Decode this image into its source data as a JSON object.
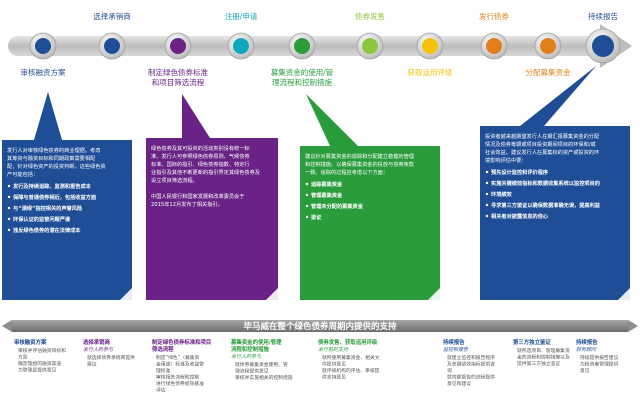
{
  "colors": {
    "blue": "#1f4e97",
    "purple": "#6a2286",
    "green": "#2a9c3b",
    "orange": "#e27f1b",
    "cyan": "#0fa6c0",
    "lime": "#8cc63f",
    "yellow": "#f4c20d",
    "track": "#c8c8c8",
    "bar": "#8c8c8c"
  },
  "stages": [
    {
      "id": "s1",
      "top_label": "",
      "bottom_label": "审核融资方案",
      "color": "blue"
    },
    {
      "id": "s2",
      "top_label": "选择承销商",
      "bottom_label": "",
      "color": "blue"
    },
    {
      "id": "s3",
      "top_label": "",
      "bottom_label": "制定绿色债券标准\n和项目筛选流程",
      "color": "purple"
    },
    {
      "id": "s4",
      "top_label": "注册/申请",
      "bottom_label": "",
      "color": "cyan"
    },
    {
      "id": "s5",
      "top_label": "",
      "bottom_label": "募集资金的使用/管\n理流程和控制措施",
      "color": "green"
    },
    {
      "id": "s6",
      "top_label": "债券发售",
      "bottom_label": "",
      "color": "lime"
    },
    {
      "id": "s7",
      "top_label": "",
      "bottom_label": "获取运用评级",
      "color": "yellow"
    },
    {
      "id": "s8",
      "top_label": "发行债券",
      "bottom_label": "",
      "color": "orange"
    },
    {
      "id": "s9",
      "top_label": "",
      "bottom_label": "分配募集资金",
      "color": "orange"
    },
    {
      "id": "s10",
      "top_label": "持续报告",
      "bottom_label": "",
      "color": "blue"
    }
  ],
  "boxes": [
    {
      "id": "box1",
      "color": "blue",
      "lines": [
        "发行人对审核绿色债券的商业理据。考虑",
        "其筹资与融资目标和同期政策需要相配",
        "配，针对绿色资产的投资判断，这些绿色资",
        "产可能包括："
      ],
      "bullets": [
        "发行及持续追踪、监测和报告成本",
        "保障与普通债券相近，包括收益方面",
        "与“漂绿”指控相关的声誉风险",
        "环保认证的监管问题严谨",
        "违反绿色债券的潜在法律成本"
      ]
    },
    {
      "id": "box2",
      "color": "purple",
      "lines": [
        "绿色债券及其可投资的活动类别没有统一标",
        "准。发行人可参照绿色债券原则、气候债券",
        "标准、国际的指引、绿色债券指数、特定行",
        "业指引及其他不断更新的指引界定其绿色债券及",
        "设立项目筛选流程。",
        "",
        "中国人民银行和国家发展和改革委员会于",
        "2015年12月发布了相关指引。"
      ],
      "bullets": []
    },
    {
      "id": "box3",
      "color": "green",
      "lines": [
        "建议针对募集资金的追踪和分配建立稳健的管理",
        "和控制措施。以确保募集资金的投放与债券条款",
        "一致。追踪的过程应考虑以下方面："
      ],
      "bullets": [
        "追踪募集资金",
        "管理募集资金",
        "管理未分配的募集资金",
        "鉴证"
      ]
    },
    {
      "id": "box4",
      "color": "blue",
      "lines": [
        "投资者越来越期望发行人在期汇报募集资金的分配",
        "情况及债券筹期或项目投资期间项目的环保和/或",
        "社会效益。建议发行人在募集标的资产或投资的环",
        "境影响评估中要："
      ],
      "bullets": [
        "预先设计监控和评价程序",
        "实施关键绩效指标和数据收集系统以监控项目的",
        "环境绩效",
        "寻求第三方鉴证以确保数据准确无误，提高利益",
        "相关者对披露信息的信心"
      ]
    }
  ],
  "bar_text": "毕马威在整个绿色债券周期内提供的支持",
  "columns": [
    {
      "id": "c1",
      "title": "审核融资方案",
      "items": [
        "审核并评估融资目标和",
        "方案",
        "确定理想的融资渠道",
        "为管理层提供意见"
      ]
    },
    {
      "id": "c2",
      "title": "选择承销商",
      "sub": "发行人的参与",
      "items": [
        "就选择债券承销商提供",
        "建议"
      ]
    },
    {
      "id": "c3",
      "title": "制定绿色债券标准和项目",
      "title2": "筛选流程",
      "items": [
        "制定“绿色”（募集资",
        "金用途）标准及收益管",
        "理标准",
        "审核相关流程和控制",
        "进行绿色债券绩效基准",
        "评估"
      ]
    },
    {
      "id": "c4",
      "title": "募集资金的使用/管理",
      "title2": "流程和控制措施",
      "sub": "发行人的参与",
      "items": [
        "就债券募集资金使用、管",
        "理流程提供意见",
        "审核并实施相关的控制措施"
      ]
    },
    {
      "id": "c5",
      "title": "债券发售、获取运用评级",
      "sub": "发行前的支持",
      "items": [
        "就所使用募集资金、相关文",
        "件提供意见",
        "就评级机构的评估、审核提",
        "供支持意见"
      ]
    },
    {
      "id": "c6",
      "title": "持续报告",
      "sub": "监控和报告",
      "items": [
        "就建立监控和报告程序",
        "及关键绩效指标提供咨",
        "询",
        "就内部报告的流程提供",
        "意见和建议"
      ]
    },
    {
      "id": "c7",
      "title": "第三方独立鉴证",
      "items": [
        "就所选项目、管理募集资",
        "金的流程和控制措施以及",
        "提供第三方独立鉴证"
      ]
    },
    {
      "id": "c8",
      "title": "持续报告",
      "sub": "财务顾问",
      "items": [
        "持续提供报告建议",
        "为投资者管理提供",
        "意见"
      ]
    }
  ]
}
